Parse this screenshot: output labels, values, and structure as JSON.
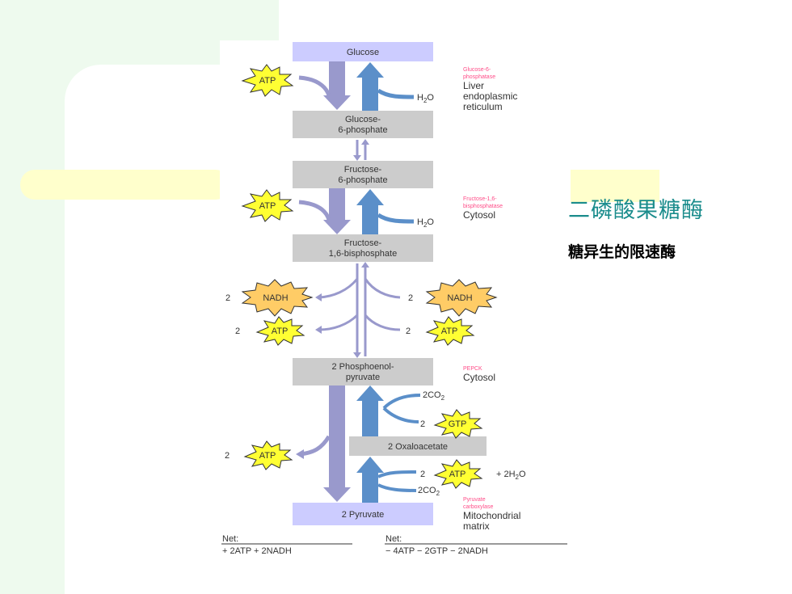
{
  "slide": {
    "title": "二磷酸果糖酶",
    "subtitle": "糖异生的限速酶"
  },
  "diagram": {
    "boxes": {
      "glucose": "Glucose",
      "g6p_1": "Glucose-",
      "g6p_2": "6-phosphate",
      "f6p_1": "Fructose-",
      "f6p_2": "6-phosphate",
      "f16bp_1": "Fructose-",
      "f16bp_2": "1,6-bisphosphate",
      "pep_1": "2 Phosphoenol-",
      "pep_2": "pyruvate",
      "oaa": "2 Oxaloacetate",
      "pyruvate": "2 Pyruvate"
    },
    "enzymes": {
      "g6pase_1": "Glucose-6-",
      "g6pase_2": "phosphatase",
      "g6pase_loc_1": "Liver",
      "g6pase_loc_2": "endoplasmic",
      "g6pase_loc_3": "reticulum",
      "fbpase_1": "Fructose-1,6-",
      "fbpase_2": "bisphosphatase",
      "fbpase_loc": "Cytosol",
      "pepck": "PEPCK",
      "pepck_loc": "Cytosol",
      "pc_1": "Pyruvate",
      "pc_2": "carboxylase",
      "pc_loc_1": "Mitochondrial",
      "pc_loc_2": "matrix"
    },
    "molecules": {
      "atp": "ATP",
      "nadh": "NADH",
      "gtp": "GTP",
      "h2o_1": "H",
      "h2o_2": "O",
      "two": "2",
      "co2_label": "2CO",
      "co2_sub": "2",
      "h2o_label": "+ 2H",
      "h2o_tail": "O",
      "sub2": "2"
    },
    "net": {
      "left_label": "Net:",
      "left_value": "+ 2ATP + 2NADH",
      "right_label": "Net:",
      "right_value": "− 4ATP − 2GTP − 2NADH"
    },
    "colors": {
      "glycolysis_arrow": "#9999cc",
      "gluconeo_arrow": "#5b8fc9",
      "enzyme_pink": "#ff4d88",
      "atp_star": "#ffff33",
      "nadh_star": "#ffcc66",
      "box_grey": "#cccccc",
      "box_lavender": "#ccccff",
      "title_teal": "#1a8c8c"
    }
  }
}
